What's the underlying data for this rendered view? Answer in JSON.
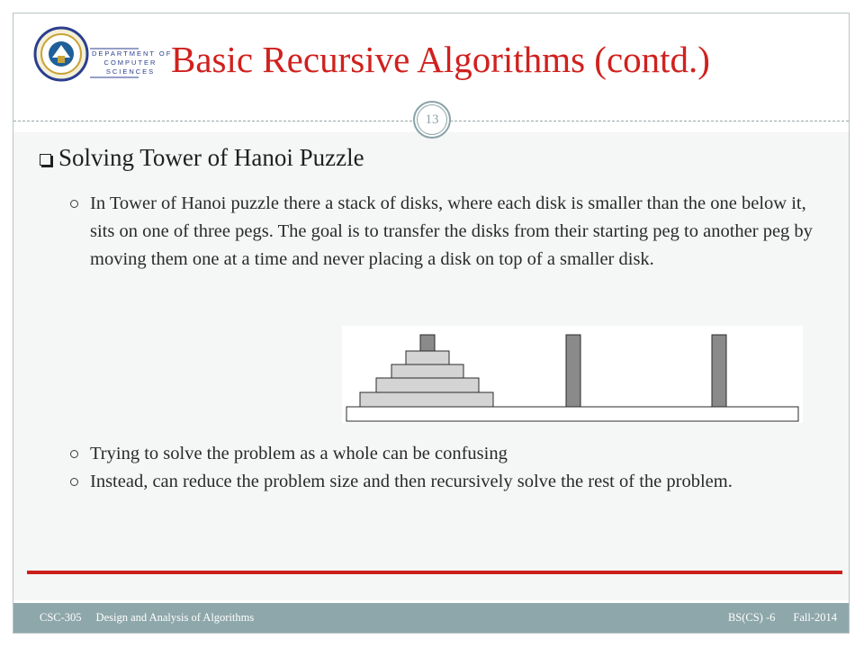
{
  "header": {
    "logo_text": [
      "DEPARTMENT OF",
      "COMPUTER",
      "SCIENCES"
    ],
    "title": "Basic Recursive Algorithms (contd.)",
    "page_number": "13"
  },
  "content": {
    "heading": "Solving Tower of Hanoi Puzzle",
    "paragraph_1": "In Tower of Hanoi puzzle there a stack of disks, where each disk is smaller than the one below it, sits on one of three pegs. The goal is to transfer the disks from their starting peg to another peg by moving them one at a time and never placing a disk on top of a smaller disk.",
    "bullet_2": "Trying to solve the problem as a whole can be confusing",
    "bullet_3": "Instead, can reduce the problem size and then recursively solve the rest of the problem."
  },
  "footer": {
    "course_code": "CSC-305",
    "course_name": "Design and Analysis of Algorithms",
    "program": "BS(CS) -6",
    "term": "Fall-2014"
  },
  "colors": {
    "title": "#d0211e",
    "footer_band": "#8ea7aa",
    "rule": "#cc1f1a",
    "disk_fill": "#d4d4d4",
    "peg_fill": "#8a8a8a"
  }
}
